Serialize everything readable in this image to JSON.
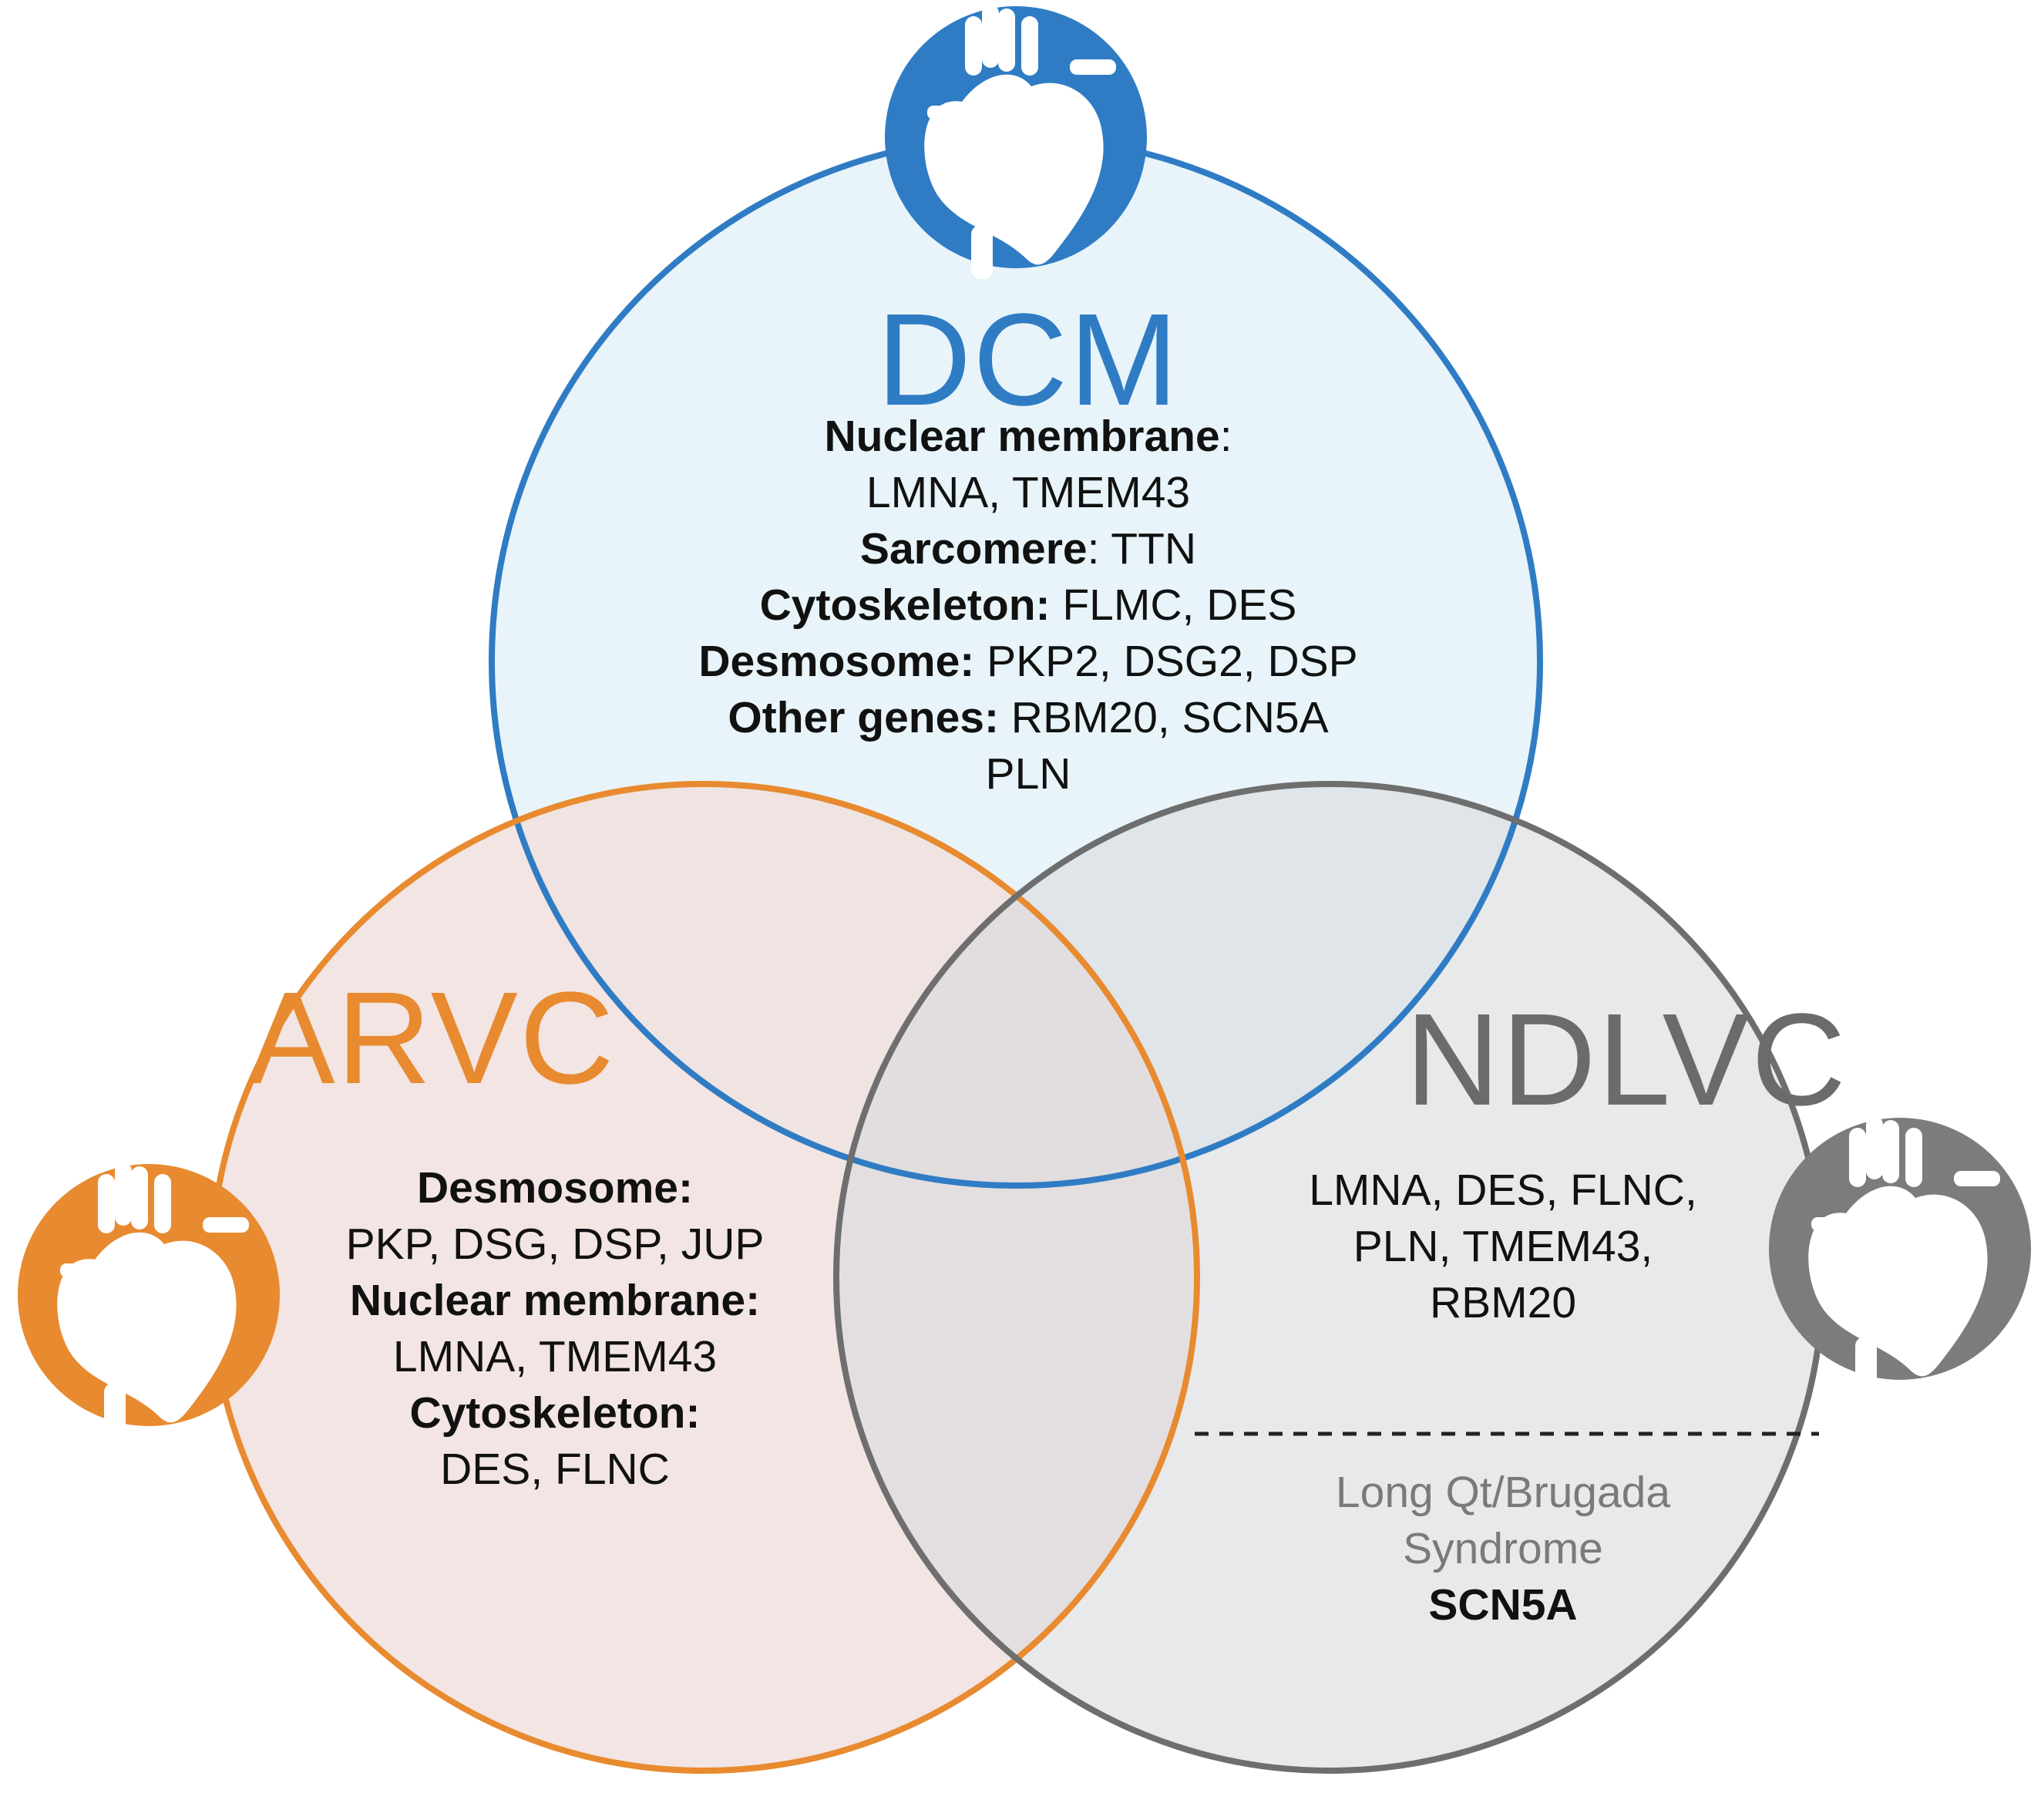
{
  "colors": {
    "dcm": "#2f7cc4",
    "arvc": "#e88a2f",
    "ndlvc": "#7a7c7e",
    "dcm_fill": "#e8f4f9",
    "arvc_fill": "#f3e6e4",
    "ndlvc_fill": "#e7e8ea"
  },
  "icons": {
    "dcm": "heart-icon",
    "arvc": "heart-icon",
    "ndlvc": "heart-icon"
  },
  "dcm": {
    "title": "DCM",
    "lines": [
      {
        "bold": "Nuclear membrane",
        "text": ":"
      },
      {
        "bold": "",
        "text": "LMNA, TMEM43"
      },
      {
        "bold": "Sarcomere",
        "text": ": TTN"
      },
      {
        "bold": "Cytoskeleton:",
        "text": " FLMC, DES"
      },
      {
        "bold": "Desmosome:",
        "text": " PKP2, DSG2, DSP"
      },
      {
        "bold": "Other genes:",
        "text": " RBM20, SCN5A"
      },
      {
        "bold": "",
        "text": "PLN"
      }
    ]
  },
  "arvc": {
    "title": "ARVC",
    "lines": [
      {
        "bold": "Desmosome:",
        "text": ""
      },
      {
        "bold": "",
        "text": "PKP, DSG, DSP, JUP"
      },
      {
        "bold": "Nuclear membrane:",
        "text": ""
      },
      {
        "bold": "",
        "text": "LMNA, TMEM43"
      },
      {
        "bold": "Cytoskeleton:",
        "text": ""
      },
      {
        "bold": "",
        "text": "DES, FLNC"
      }
    ]
  },
  "ndlvc": {
    "title": "NDLVC",
    "lines": [
      {
        "bold": "",
        "text": "LMNA, DES, FLNC,"
      },
      {
        "bold": "",
        "text": "PLN, TMEM43,"
      },
      {
        "bold": "",
        "text": "RBM20"
      }
    ],
    "syndrome_line1": "Long Qt/Brugada",
    "syndrome_line2": "Syndrome",
    "syndrome_gene": "SCN5A"
  }
}
